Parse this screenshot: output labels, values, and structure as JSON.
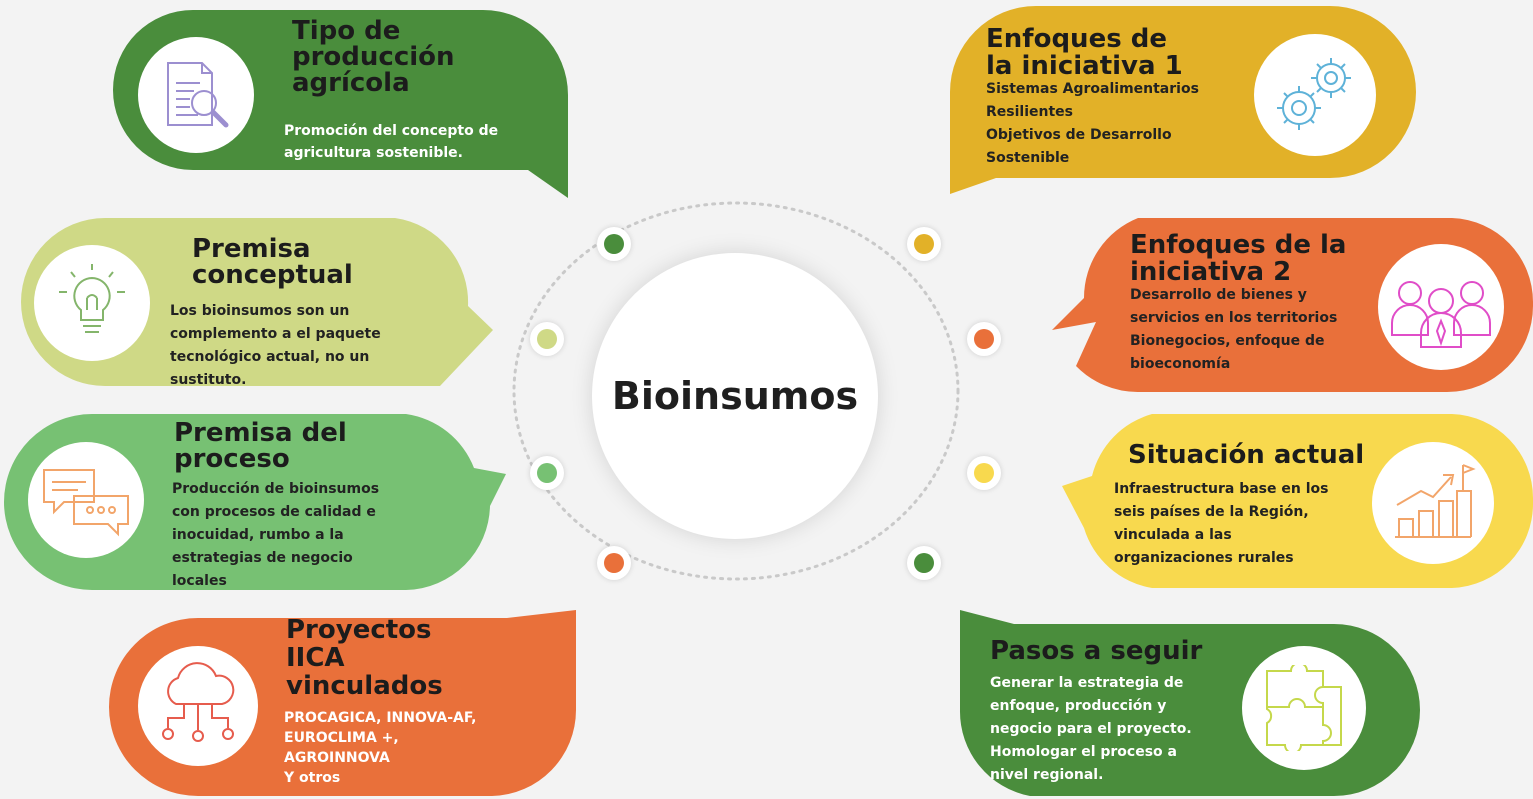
{
  "colors": {
    "dark_green": "#4a8d3c",
    "light_green": "#cfd986",
    "mid_green": "#77c173",
    "orange": "#e9703a",
    "mustard": "#e2b128",
    "yellow": "#f8d94e",
    "icon_purple": "#9c8fd0",
    "icon_green": "#84b56b",
    "icon_orange": "#f2a56a",
    "icon_blue": "#5eb2d8",
    "icon_pink": "#e04dc8",
    "icon_lime": "#c5d84b",
    "icon_red": "#e65c4d"
  },
  "center": {
    "label": "Bioinsumos"
  },
  "bubbles": {
    "tipo": {
      "icon": "document-search-icon",
      "title": [
        "Tipo de",
        "producción",
        "agrícola"
      ],
      "body": [
        "Promoción del concepto de",
        "agricultura sostenible."
      ]
    },
    "premisa_conceptual": {
      "icon": "lightbulb-icon",
      "title": [
        "Premisa",
        "conceptual"
      ],
      "body": [
        "Los bioinsumos son un",
        "complemento a el paquete",
        "tecnológico actual, no un",
        "sustituto."
      ]
    },
    "premisa_proceso": {
      "icon": "chat-bubbles-icon",
      "title": [
        "Premisa del",
        "proceso"
      ],
      "body": [
        "Producción de bioinsumos",
        "con procesos de calidad e",
        "inocuidad, rumbo a la",
        "estrategias de negocio",
        "locales"
      ]
    },
    "proyectos": {
      "icon": "cloud-network-icon",
      "title": [
        "Proyectos",
        "IICA",
        "vinculados"
      ],
      "body": [
        "PROCAGICA, INNOVA-AF,",
        "EUROCLIMA +,",
        "AGROINNOVA",
        "Y otros"
      ]
    },
    "enfoques1": {
      "icon": "gears-icon",
      "title": [
        "Enfoques de",
        "la iniciativa 1"
      ],
      "body": [
        "Sistemas Agroalimentarios",
        "Resilientes",
        "Objetivos de Desarrollo",
        "Sostenible"
      ]
    },
    "enfoques2": {
      "icon": "people-icon",
      "title": [
        "Enfoques de la",
        "iniciativa 2"
      ],
      "body": [
        "Desarrollo de bienes y",
        "servicios en los territorios",
        "Bionegocios, enfoque de",
        "bioeconomía"
      ]
    },
    "situacion": {
      "icon": "growth-chart-icon",
      "title": [
        "Situación actual"
      ],
      "body": [
        "Infraestructura base en los",
        "seis países de la Región,",
        "vinculada a las",
        "organizaciones rurales"
      ]
    },
    "pasos": {
      "icon": "puzzle-icon",
      "title": [
        "Pasos a seguir"
      ],
      "body": [
        "Generar la estrategia de",
        "enfoque, producción y",
        "negocio para el proyecto.",
        "Homologar el proceso a",
        "nivel regional."
      ]
    }
  }
}
